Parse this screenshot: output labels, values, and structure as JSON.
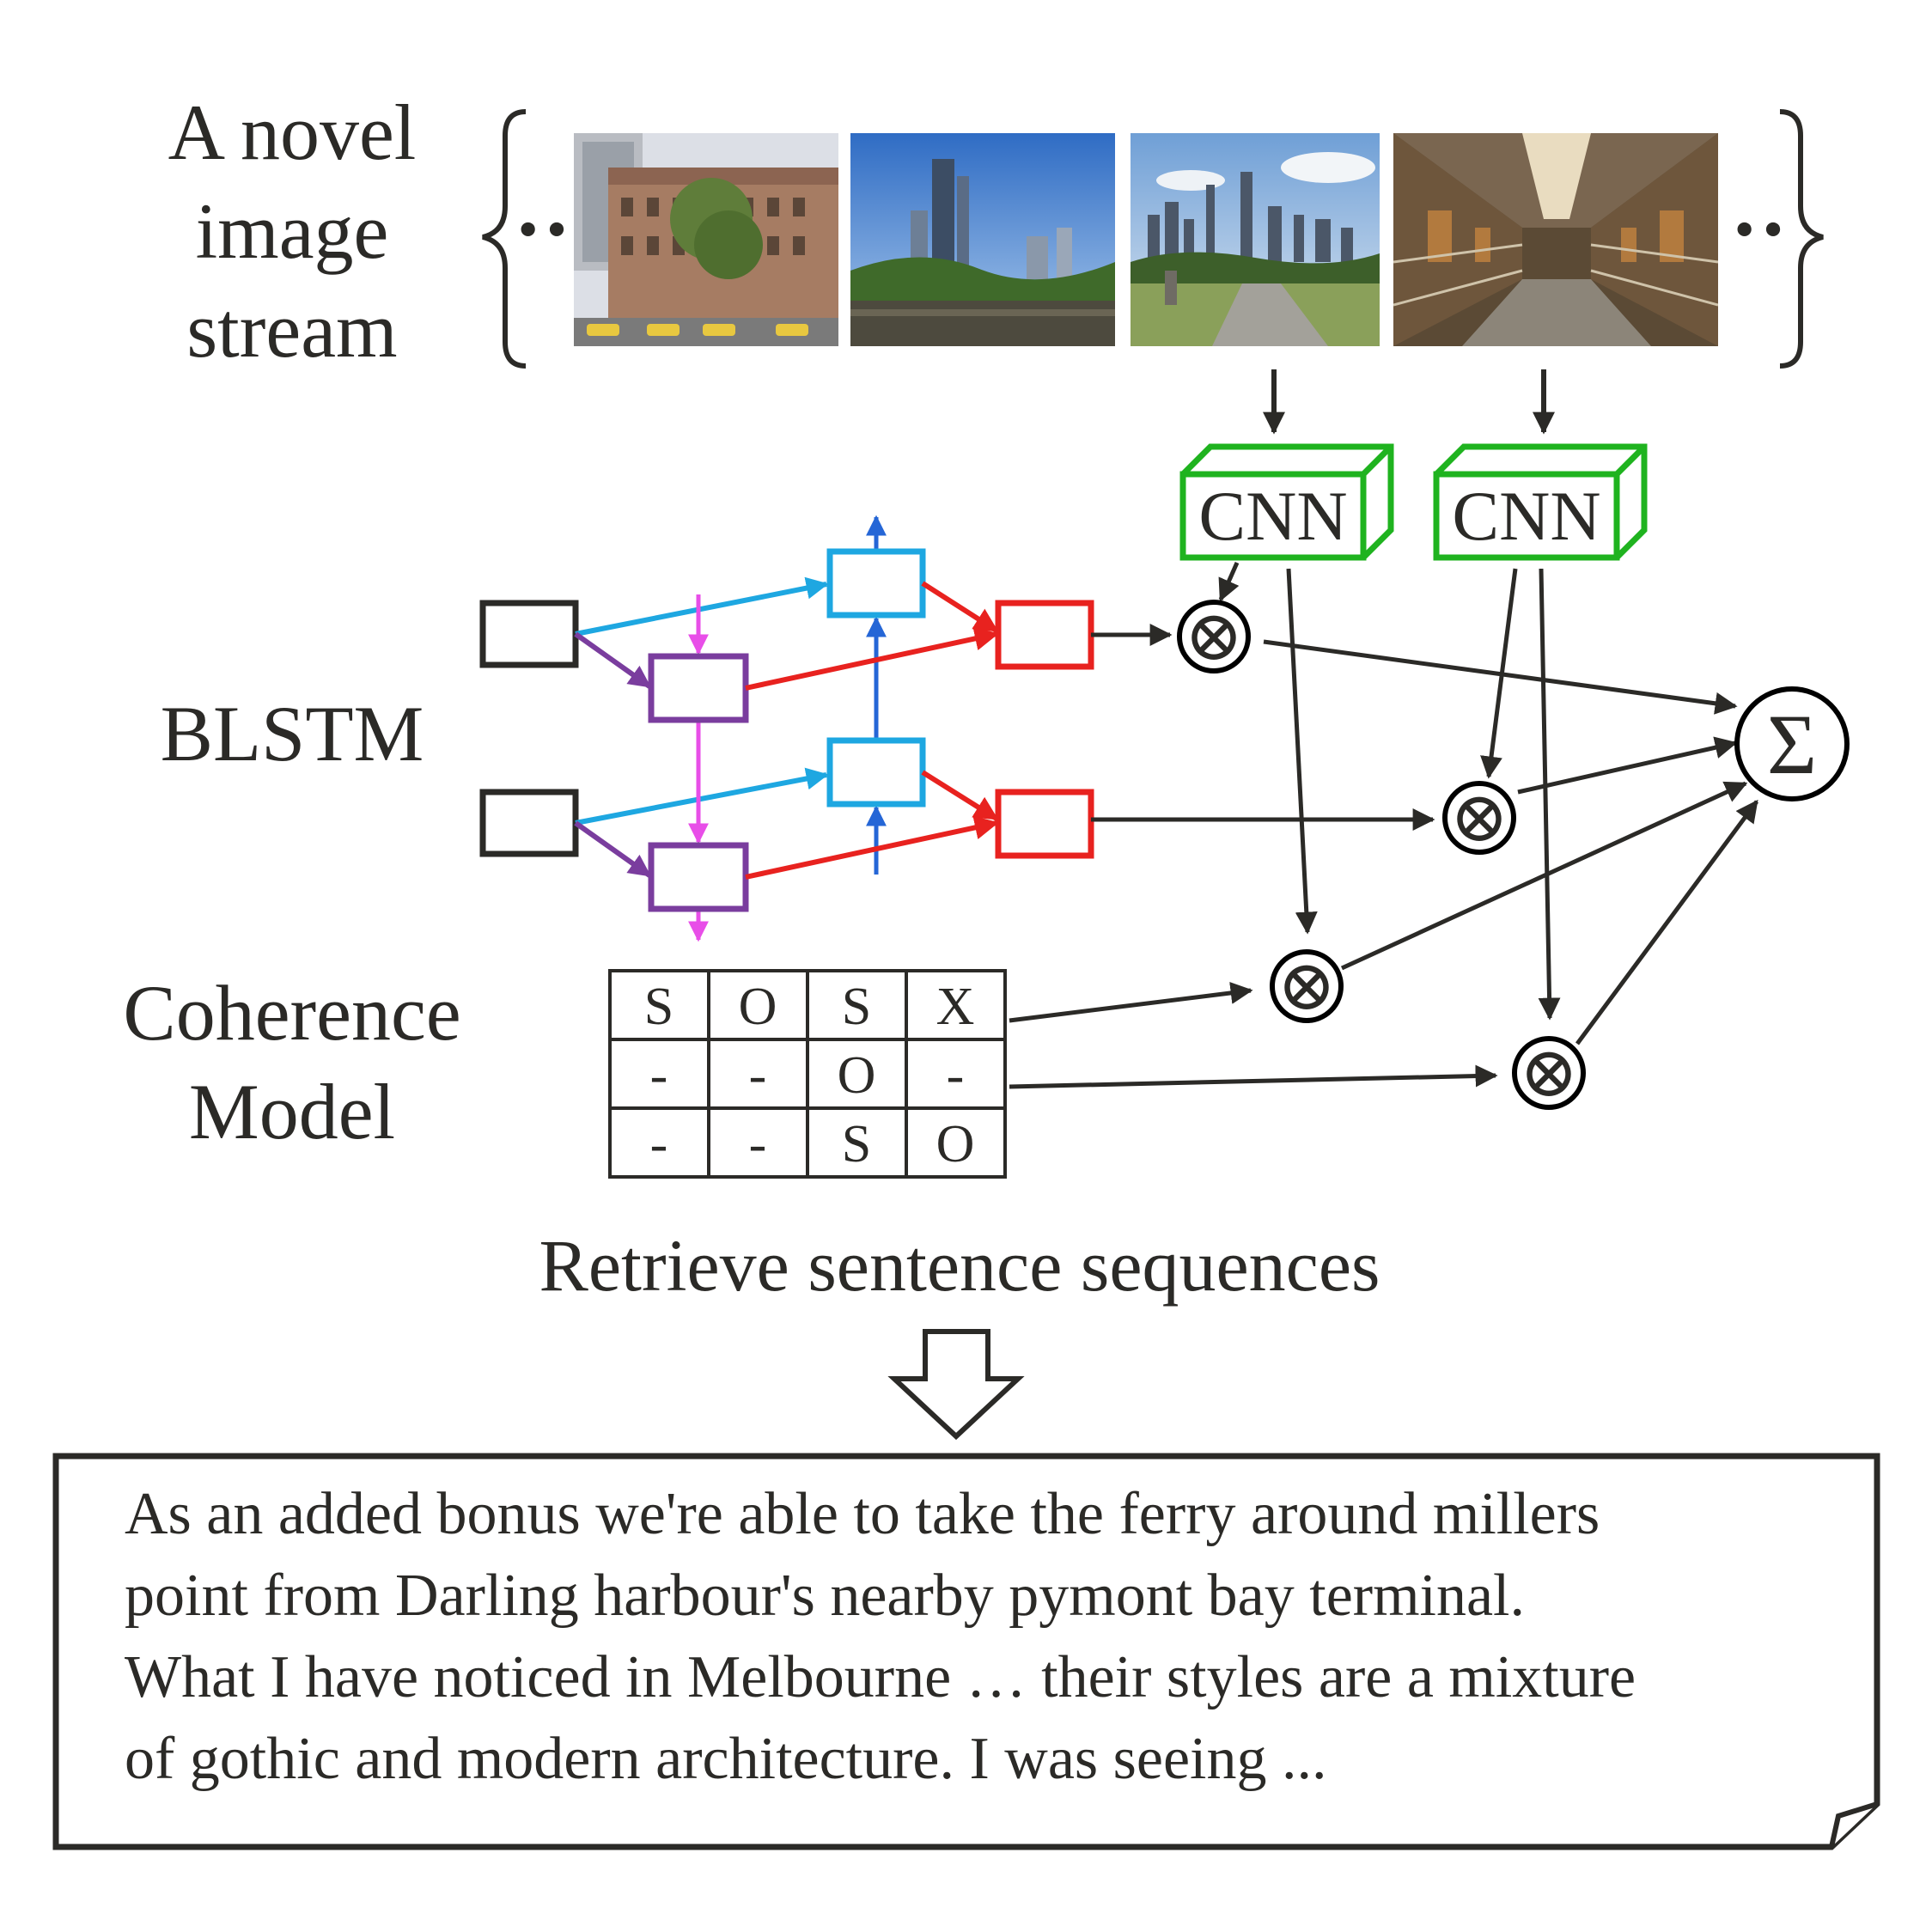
{
  "labels": {
    "stream": [
      "A novel",
      "image",
      "stream"
    ],
    "blstm": "BLSTM",
    "coherence": [
      "Coherence",
      "Model"
    ],
    "retrieve": "Retrieve sentence sequences"
  },
  "stream_ellipsis_left": "··",
  "stream_ellipsis_right": "··",
  "cnn_labels": [
    "CNN",
    "CNN"
  ],
  "multiply_symbol": "⊗",
  "sum_symbol": "Σ",
  "coherence_grid": [
    [
      "S",
      "O",
      "S",
      "X"
    ],
    [
      "-",
      "-",
      "O",
      "-"
    ],
    [
      "-",
      "-",
      "S",
      "O"
    ]
  ],
  "output_text": [
    "As an added bonus we're able to take the ferry around millers",
    "point from Darling harbour's nearby pymont bay terminal.",
    "What I have noticed in Melbourne … their styles are a mixture",
    "of gothic and modern architecture. I was seeing ..."
  ],
  "colors": {
    "ink": "#2b2a27",
    "cnn_green": "#1fb31f",
    "forward_cyan": "#1ea7e1",
    "backward_purple": "#7a3d9e",
    "output_red": "#e8221f",
    "up_blue": "#2566d6",
    "down_magenta": "#e84ee8"
  }
}
